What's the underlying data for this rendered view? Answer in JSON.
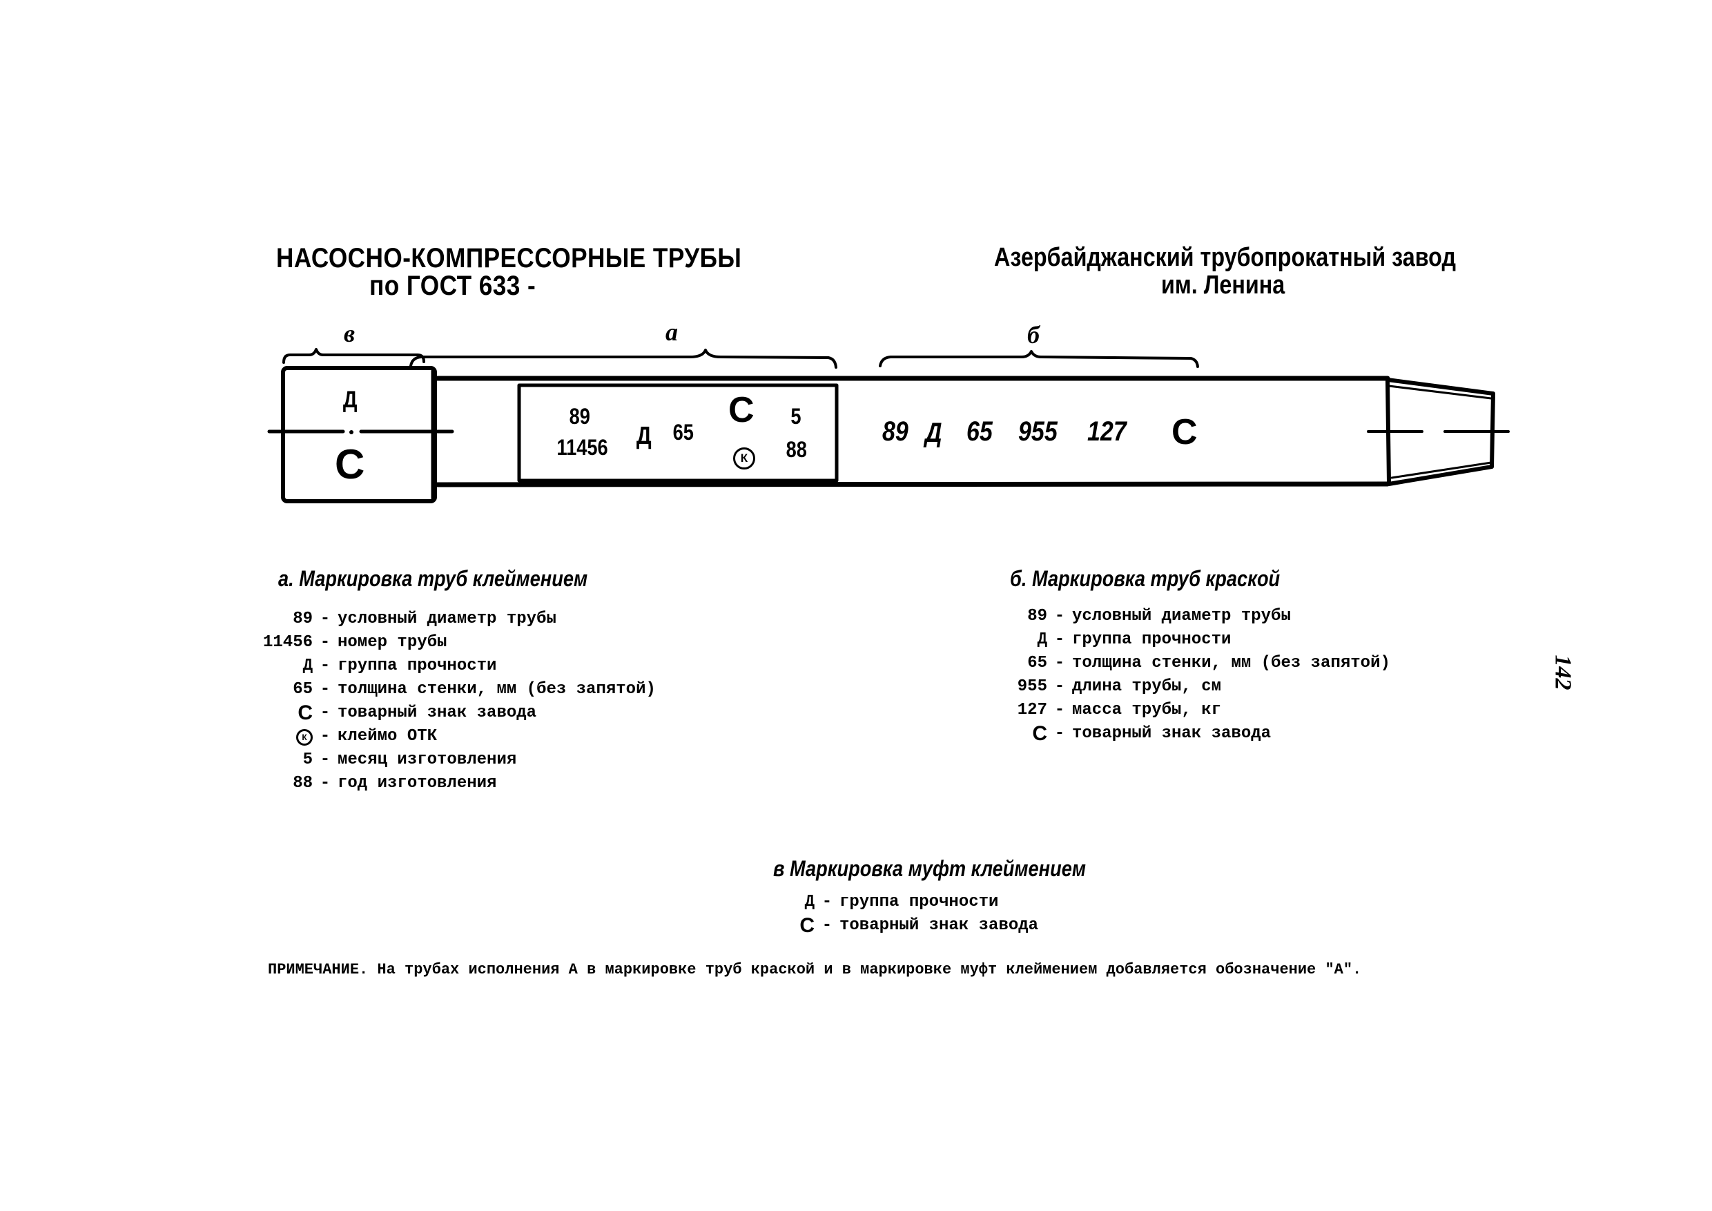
{
  "header": {
    "left_title_line1": "НАСОСНО-КОМПРЕССОРНЫЕ ТРУБЫ",
    "left_title_line2": "по ГОСТ 633 -",
    "right_title_line1": "Азербайджанский трубопрокатный завод",
    "right_title_line2": "им. Ленина"
  },
  "diagram": {
    "brace_labels": {
      "coupling": "в",
      "stamp": "а",
      "paint": "б"
    },
    "coupling_stamp": {
      "top": "Д",
      "bottom": "C"
    },
    "pipe_stamp": {
      "col1_top": "89",
      "col1_bottom": "11456",
      "group": "Д",
      "wall": "65",
      "trademark": "C",
      "otk": "К",
      "month": "5",
      "year": "88"
    },
    "paint_marking": [
      "89",
      "Д",
      "65",
      "955",
      "127",
      "C"
    ]
  },
  "legend_a": {
    "heading_letter": "а.",
    "heading": "Маркировка труб клеймением",
    "items": [
      {
        "key": "89",
        "text": "условный диаметр трубы"
      },
      {
        "key": "11456",
        "text": "номер трубы"
      },
      {
        "key": "Д",
        "text": "группа прочности"
      },
      {
        "key": "65",
        "text": "толщина стенки, мм (без запятой)"
      },
      {
        "key": "C",
        "text": "товарный знак завода",
        "icon": "trademark-c-icon"
      },
      {
        "key": "К",
        "text": "клеймо ОТК",
        "icon": "otk-stamp-icon"
      },
      {
        "key": "5",
        "text": "месяц изготовления"
      },
      {
        "key": "88",
        "text": "год изготовления"
      }
    ]
  },
  "legend_b": {
    "heading_letter": "б.",
    "heading": "Маркировка труб краской",
    "items": [
      {
        "key": "89",
        "text": "условный диаметр трубы"
      },
      {
        "key": "Д",
        "text": "группа прочности"
      },
      {
        "key": "65",
        "text": "толщина стенки, мм (без запятой)"
      },
      {
        "key": "955",
        "text": "длина трубы, см"
      },
      {
        "key": "127",
        "text": "масса трубы, кг"
      },
      {
        "key": "C",
        "text": "товарный знак завода",
        "icon": "trademark-c-icon"
      }
    ]
  },
  "legend_c": {
    "heading_letter": "в",
    "heading": "Маркировка муфт клеймением",
    "items": [
      {
        "key": "Д",
        "text": "группа прочности"
      },
      {
        "key": "C",
        "text": "товарный знак завода",
        "icon": "trademark-c-icon"
      }
    ]
  },
  "note": "ПРИМЕЧАНИЕ. На трубах исполнения А в маркировке труб краской и в маркировке муфт клеймением добавляется обозначение \"А\".",
  "page_number": "142",
  "dash": "-"
}
